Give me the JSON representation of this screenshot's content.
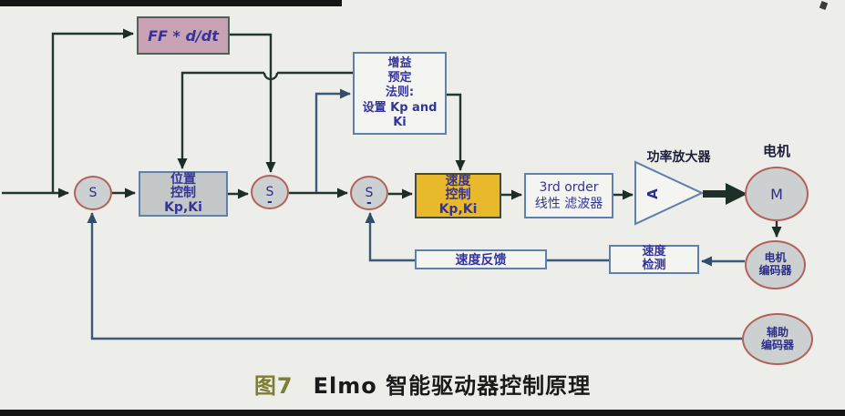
{
  "figure": {
    "caption_number": "图7",
    "caption_title": "Elmo 智能驱动器控制原理"
  },
  "blocks": {
    "feedforward": {
      "label": "FF * d/dt"
    },
    "gain_scheduler": {
      "label": "增益\n预定\n法则:\n设置 Kp and\nKi"
    },
    "position_controller": {
      "label": "位置\n控制\nKp,Ki"
    },
    "speed_controller": {
      "label": "速度\n控制\nKp,Ki"
    },
    "linear_filter": {
      "label": "3rd order\n线性 滤波器"
    },
    "speed_detection": {
      "label": "速度\n检测"
    },
    "speed_feedback": {
      "label": "速度反馈"
    },
    "power_amplifier": {
      "label": "功率放大器",
      "symbol": "A"
    },
    "motor": {
      "label": "电机",
      "symbol": "M"
    },
    "motor_encoder": {
      "label": "电机\n编码器"
    },
    "aux_encoder": {
      "label": "辅助\n编码器"
    }
  },
  "junctions": {
    "sum1": {
      "symbol": "S",
      "sign": ""
    },
    "sum2": {
      "symbol": "S",
      "sign": "-"
    },
    "sum3": {
      "symbol": "S",
      "sign": "-"
    }
  },
  "colors": {
    "background": "#edeee9",
    "speed_controller_fill": "#e9b92c",
    "feedforward_fill": "#c9a3b3",
    "position_controller_fill": "#c3c7c8",
    "box_border_blue": "#5f7fae",
    "circle_border": "#b2625c",
    "wire_dark": "#24352e",
    "wire_blue": "#3c5878",
    "caption_number_color": "#7e7e33"
  }
}
